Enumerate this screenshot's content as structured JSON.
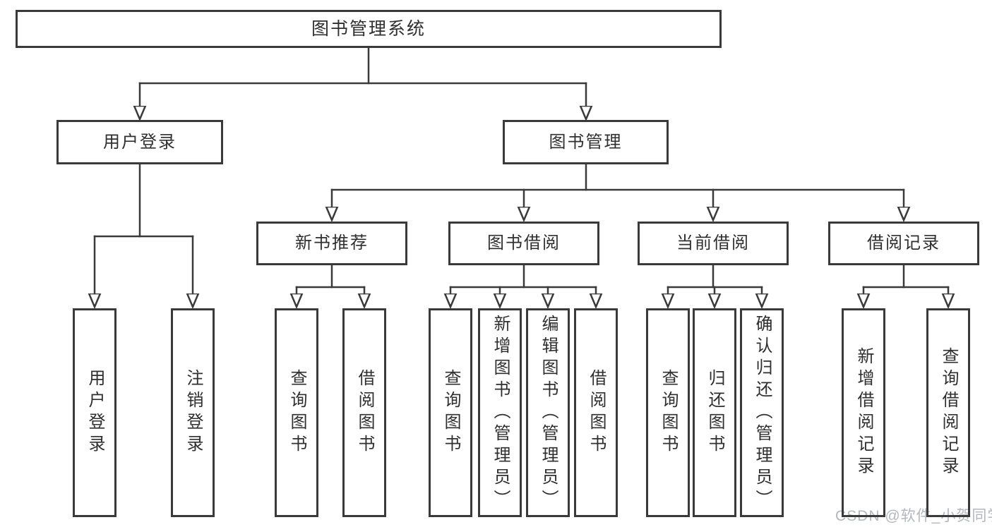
{
  "diagram": {
    "root": {
      "label": "图书管理系统"
    },
    "level2": [
      {
        "id": "user-login",
        "label": "用户登录"
      },
      {
        "id": "book-management",
        "label": "图书管理"
      }
    ],
    "level3": [
      {
        "id": "new-book-recommendation",
        "label": "新书推荐",
        "parent": "图书管理"
      },
      {
        "id": "book-borrowing",
        "label": "图书借阅",
        "parent": "图书管理"
      },
      {
        "id": "current-borrowing",
        "label": "当前借阅",
        "parent": "图书管理"
      },
      {
        "id": "borrowing-records",
        "label": "借阅记录",
        "parent": "图书管理"
      }
    ],
    "leaves": [
      {
        "id": "user-login-leaf",
        "label": "用户登录",
        "parent": "用户登录"
      },
      {
        "id": "logout-leaf",
        "label": "注销登录",
        "parent": "用户登录"
      },
      {
        "id": "query-books-recommend",
        "label": "查询图书",
        "parent": "新书推荐"
      },
      {
        "id": "borrow-books-recommend",
        "label": "借阅图书",
        "parent": "新书推荐"
      },
      {
        "id": "query-books-borrowing",
        "label": "查询图书",
        "parent": "图书借阅"
      },
      {
        "id": "add-books-admin",
        "label": "新增图书（管理员）",
        "parent": "图书借阅"
      },
      {
        "id": "edit-books-admin",
        "label": "编辑图书（管理员）",
        "parent": "图书借阅"
      },
      {
        "id": "borrow-books-borrowing",
        "label": "借阅图书",
        "parent": "图书借阅"
      },
      {
        "id": "query-books-current",
        "label": "查询图书",
        "parent": "当前借阅"
      },
      {
        "id": "return-books",
        "label": "归还图书",
        "parent": "当前借阅"
      },
      {
        "id": "confirm-return-admin",
        "label": "确认归还（管理员）",
        "parent": "当前借阅"
      },
      {
        "id": "add-borrow-record",
        "label": "新增借阅记录",
        "parent": "借阅记录"
      },
      {
        "id": "query-borrow-record",
        "label": "查询借阅记录",
        "parent": "借阅记录"
      }
    ]
  },
  "watermark": {
    "text": "CSDN @软件_小贺同学"
  },
  "colors": {
    "line": "#3a3a3a",
    "box_border": "#3a3a3a",
    "text": "#2f2f2f",
    "watermark": "#b2b7c0",
    "background": "#ffffff"
  }
}
